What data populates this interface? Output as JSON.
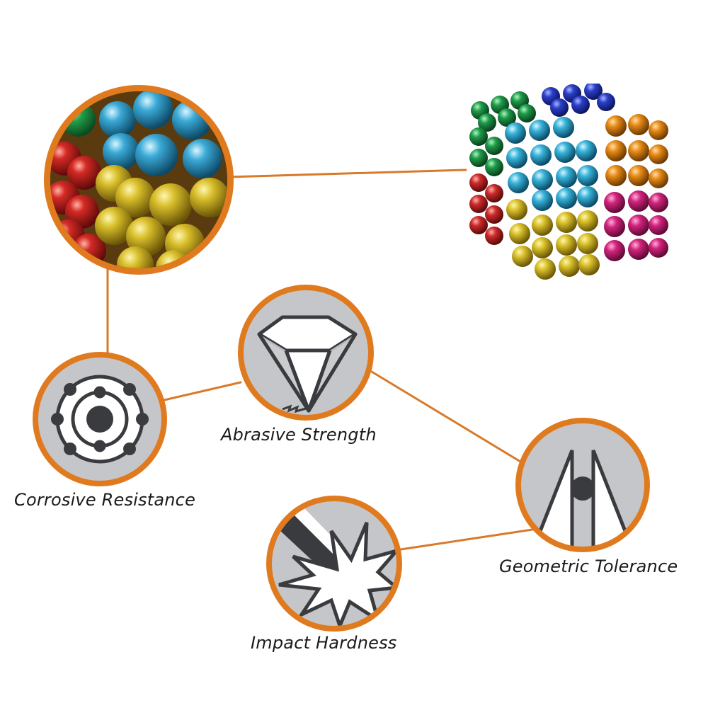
{
  "diagram": {
    "accent_color": "#e07a1f",
    "icon_fill": "#c5c6c9",
    "icon_stroke": "#3a3b3f",
    "product": {
      "name": "magnetic-ball-cube",
      "colors": [
        "#1e9b4a",
        "#2a3fc9",
        "#37b3d9",
        "#e88a16",
        "#cc2a2a",
        "#d9c12a",
        "#d2237d"
      ]
    },
    "features": [
      {
        "id": "corrosive",
        "label": "Corrosive Resistance",
        "icon": "atom-icon"
      },
      {
        "id": "abrasive",
        "label": "Abrasive Strength",
        "icon": "diamond-icon"
      },
      {
        "id": "geometric",
        "label": "Geometric Tolerance",
        "icon": "ball-caliper-icon"
      },
      {
        "id": "impact",
        "label": "Impact Hardness",
        "icon": "impact-burst-icon"
      }
    ]
  }
}
